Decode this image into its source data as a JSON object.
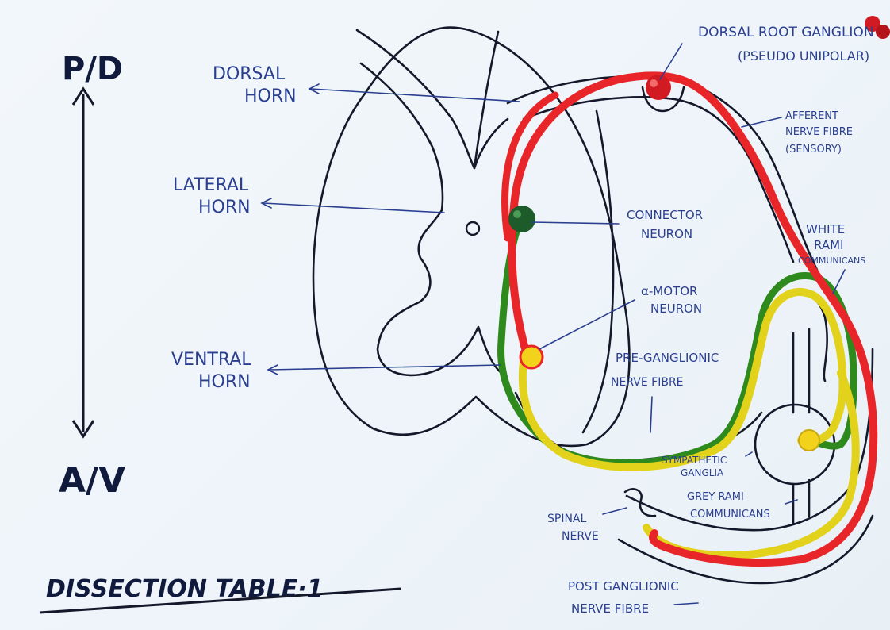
{
  "orientation": {
    "top": "P/D",
    "bottom": "A/V"
  },
  "title": "DISSECTION TABLE·1",
  "labels": {
    "dorsal_horn": [
      "DORSAL",
      "HORN"
    ],
    "lateral_horn": [
      "LATERAL",
      "HORN"
    ],
    "ventral_horn": [
      "VENTRAL",
      "HORN"
    ],
    "dorsal_root_ganglion": [
      "DORSAL ROOT GANGLION",
      "(PSEUDO UNIPOLAR)"
    ],
    "afferent_nerve_fibre": [
      "AFFERENT",
      "NERVE FIBRE",
      "(SENSORY)"
    ],
    "connector_neuron": [
      "CONNECTOR",
      "NEURON"
    ],
    "alpha_motor_neuron": [
      "α-MOTOR",
      "NEURON"
    ],
    "white_rami": [
      "WHITE",
      "RAMI",
      "COMMUNICANS"
    ],
    "pre_ganglionic": [
      "PRE-GANGLIONIC",
      "NERVE FIBRE"
    ],
    "sympathetic_ganglia": [
      "SYMPATHETIC",
      "GANGLIA"
    ],
    "grey_rami": [
      "GREY RAMI",
      "COMMUNICANS"
    ],
    "spinal_nerve": [
      "SPINAL",
      "NERVE"
    ],
    "post_ganglionic": [
      "POST GANGLIONIC",
      "NERVE FIBRE"
    ]
  },
  "colors": {
    "sensory_yarn": "#e8262a",
    "preganglionic_yarn": "#2f8a1e",
    "postganglionic_yarn": "#e3d21c",
    "ink": "#15182a",
    "label_ink": "#2a3f8f",
    "pin_red": "#d11a22",
    "pin_green": "#1d5c2a",
    "pin_yellow": "#f2d21a"
  }
}
